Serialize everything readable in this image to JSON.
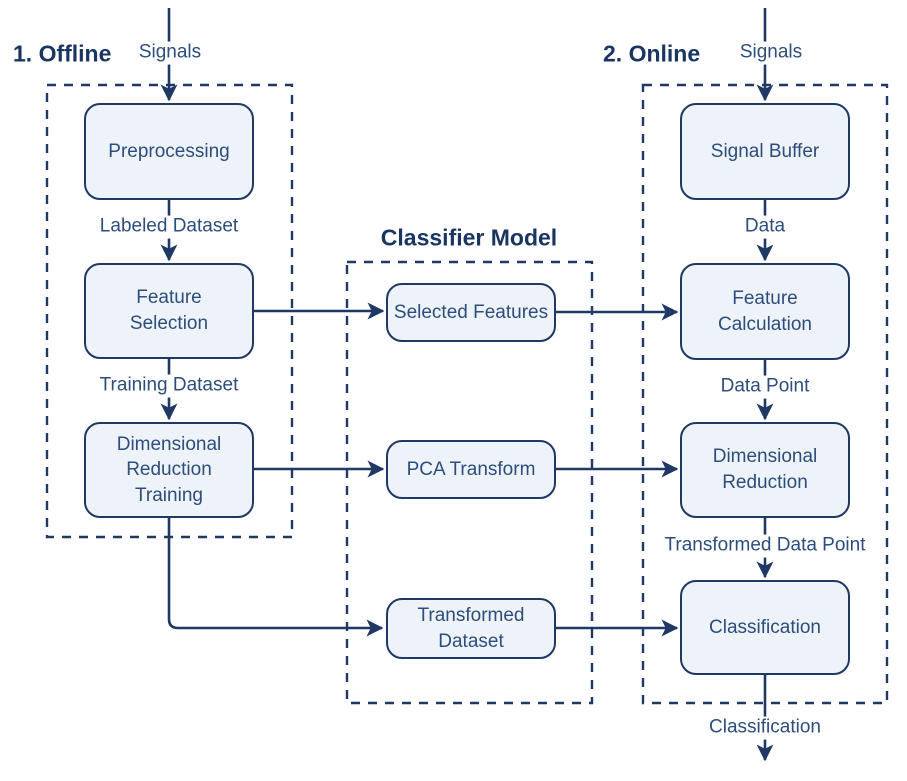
{
  "colors": {
    "line": "#1f3864",
    "box_fill": "#eef3fa",
    "box_border": "#1f3864",
    "box_text": "#2d4d7c",
    "title_text": "#1a3561"
  },
  "sections": {
    "offline": {
      "title": "1. Offline"
    },
    "classifier": {
      "title": "Classifier Model"
    },
    "online": {
      "title": "2. Online"
    }
  },
  "nodes": {
    "preprocessing": "Preprocessing",
    "feature_selection": "Feature\nSelection",
    "dimensional_reduction_training": "Dimensional\nReduction\nTraining",
    "selected_features": "Selected Features",
    "pca_transform": "PCA Transform",
    "transformed_dataset": "Transformed\nDataset",
    "signal_buffer": "Signal Buffer",
    "feature_calculation": "Feature\nCalculation",
    "dimensional_reduction": "Dimensional\nReduction",
    "classification": "Classification"
  },
  "edge_labels": {
    "signals_offline": "Signals",
    "labeled_dataset": "Labeled Dataset",
    "training_dataset": "Training Dataset",
    "signals_online": "Signals",
    "data": "Data",
    "data_point": "Data Point",
    "transformed_data_point": "Transformed Data Point",
    "classification_output": "Classification"
  }
}
